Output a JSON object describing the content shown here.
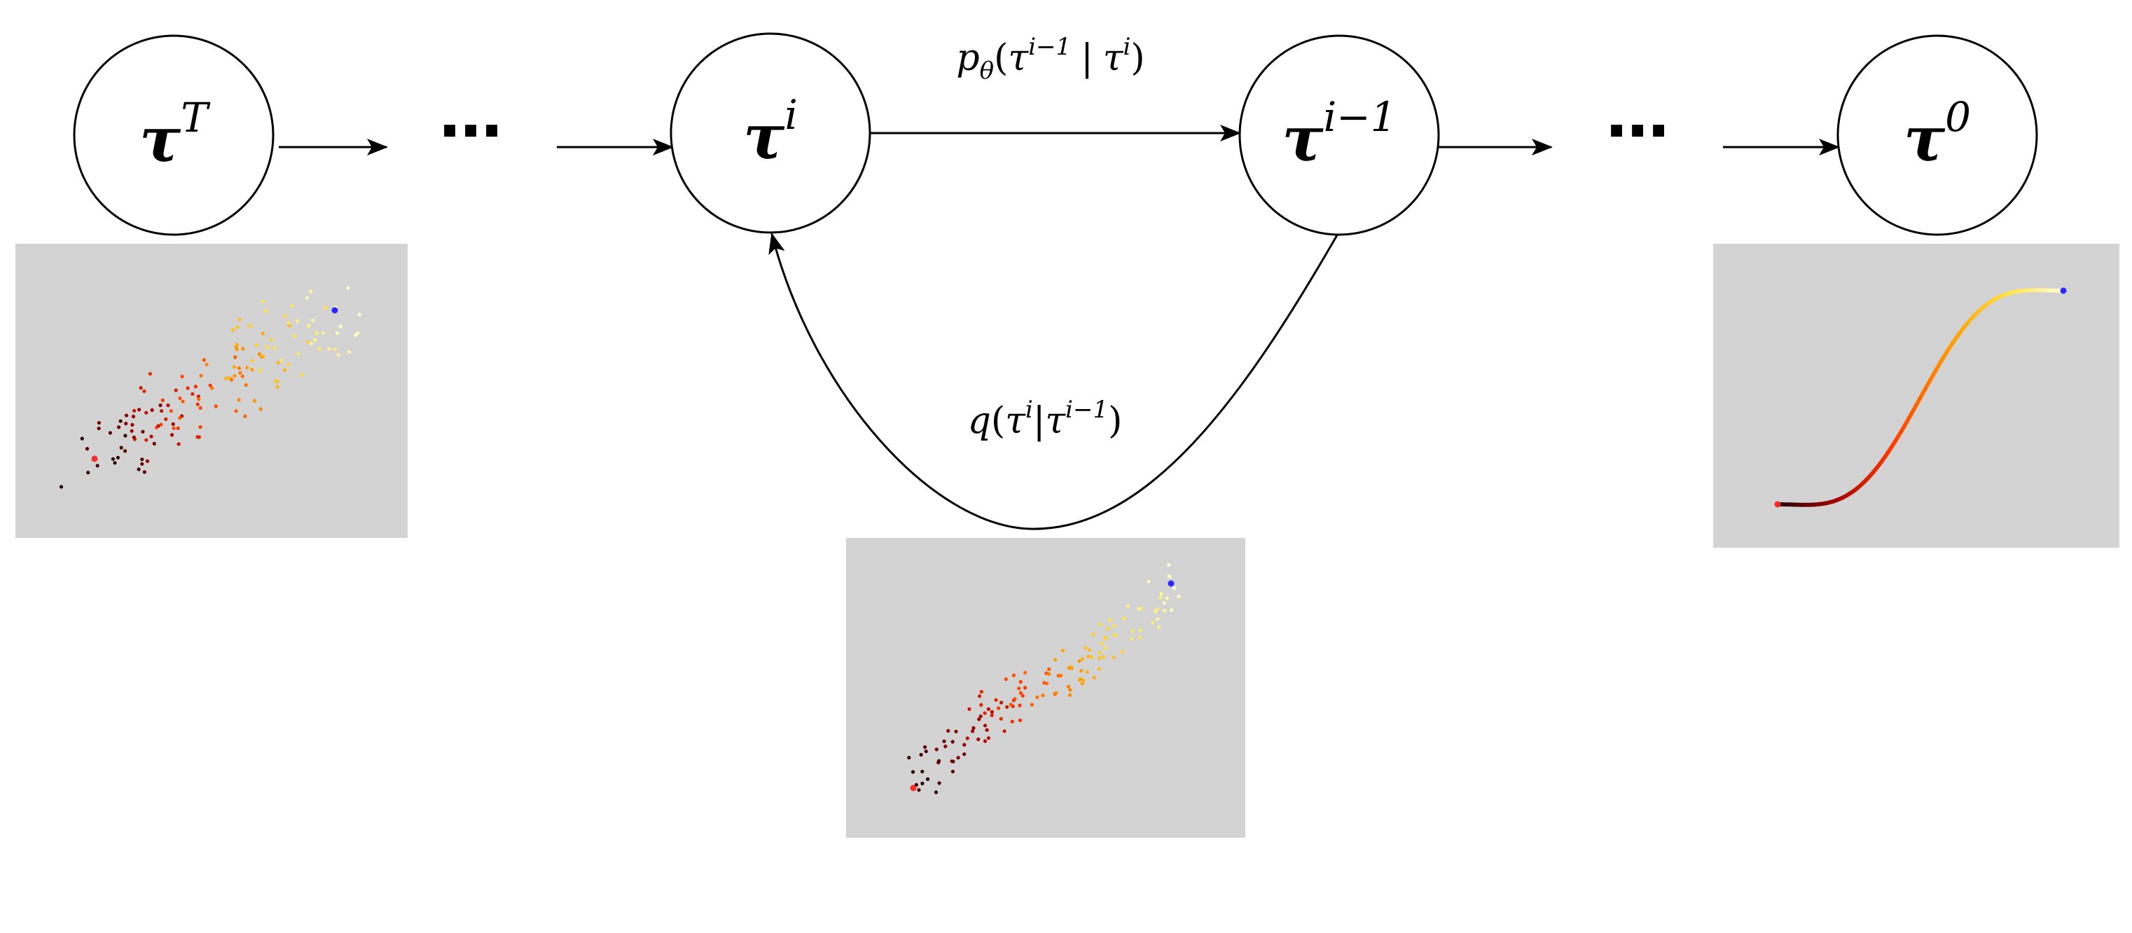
{
  "nodes": [
    {
      "id": "tT",
      "symbol": "τ",
      "sup": "T"
    },
    {
      "id": "ti",
      "symbol": "τ",
      "sup": "i"
    },
    {
      "id": "ti1",
      "symbol": "τ",
      "sup": "i−1"
    },
    {
      "id": "t0",
      "symbol": "τ",
      "sup": "0"
    }
  ],
  "ellipsis": [
    "⋯",
    "⋯"
  ],
  "edges": {
    "reverse": {
      "p": "p",
      "theta": "θ",
      "open": "(",
      "tau1": "τ",
      "sup1": "i−1",
      "bar": "|",
      "tau2": "τ",
      "sup2": "i",
      "close": ")"
    },
    "forward": {
      "q": "q",
      "open": "(",
      "tau1": "τ",
      "sup1": "i",
      "bar": "|",
      "tau2": "τ",
      "sup2": "i−1",
      "close": ")"
    }
  },
  "colors": {
    "panel": "#d3d3d3",
    "start_point": "#ff2a2a",
    "goal_point": "#2a2aff",
    "ramp": [
      "#200000",
      "#a00000",
      "#ff3a00",
      "#ff9a00",
      "#ffe040",
      "#ffffd0"
    ]
  }
}
